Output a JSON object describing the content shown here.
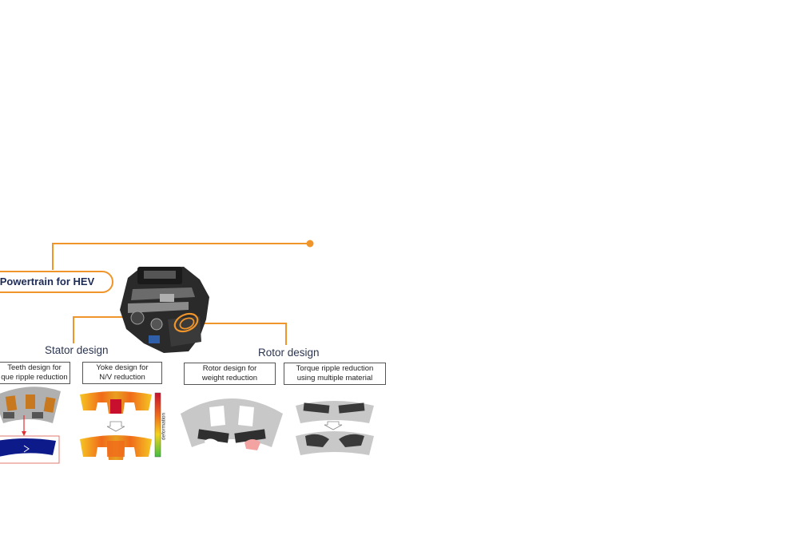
{
  "header": {
    "title": "Powertrain for HEV"
  },
  "stator": {
    "title": "Stator design",
    "teeth_box": [
      "Teeth design for",
      "que ripple reduction"
    ],
    "yoke_box": [
      "Yoke design for",
      "N/V reduction"
    ],
    "colorbar_label": "deformation"
  },
  "rotor": {
    "title": "Rotor design",
    "weight_box": [
      "Rotor design for",
      "weight reduction"
    ],
    "ripple_box": [
      "Torque ripple reduction",
      "using multiple material"
    ]
  },
  "colors": {
    "accent": "#f0952a",
    "navy": "#1d2b55",
    "steel_gray": "#c8c8c8",
    "magnet": "#3a3a3a",
    "copper": "#c8781f",
    "optimized_blue": "#0d1a8a"
  },
  "icons": [
    "engine-image",
    "down-arrow-icon",
    "connector-dot-icon"
  ]
}
